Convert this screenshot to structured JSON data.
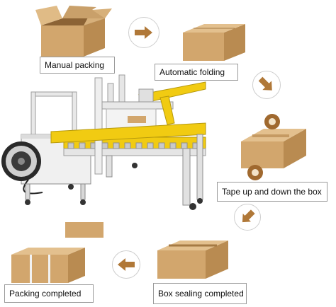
{
  "steps": [
    {
      "id": "manual",
      "label": "Manual packing"
    },
    {
      "id": "fold",
      "label": "Automatic folding"
    },
    {
      "id": "tape",
      "label": "Tape up and down the box"
    },
    {
      "id": "seal",
      "label": "Box sealing completed"
    },
    {
      "id": "done",
      "label": "Packing completed"
    }
  ],
  "colors": {
    "cardboard": "#d7b07a",
    "cardboard_dark": "#b98b51",
    "arrow": "#b07838",
    "machine_yellow": "#f1cb12",
    "machine_white": "#eeeeee",
    "label_border": "#9a9a9a"
  }
}
